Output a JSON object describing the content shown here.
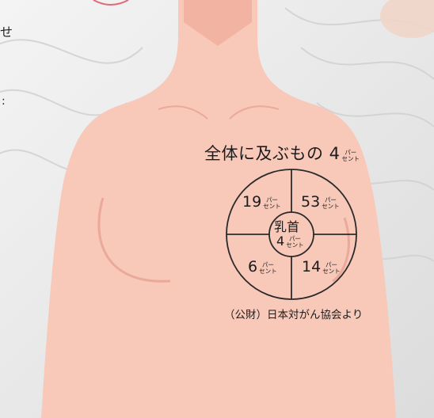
{
  "diagram": {
    "title": "全体に及ぶもの 4",
    "unit_top": "パー",
    "unit_bottom": "セント",
    "center_label": "乳首",
    "center_value": "4",
    "quadrants": {
      "upper_left": "19",
      "upper_right": "53",
      "lower_left": "6",
      "lower_right": "14"
    },
    "source": "（公財）日本対がん協会より"
  },
  "colors": {
    "skin": "#f8c8b9",
    "skin_shadow": "#f2b3a3",
    "line": "#2a2a2a",
    "background": "#ededed",
    "accent_ring": "#e06a7a"
  }
}
